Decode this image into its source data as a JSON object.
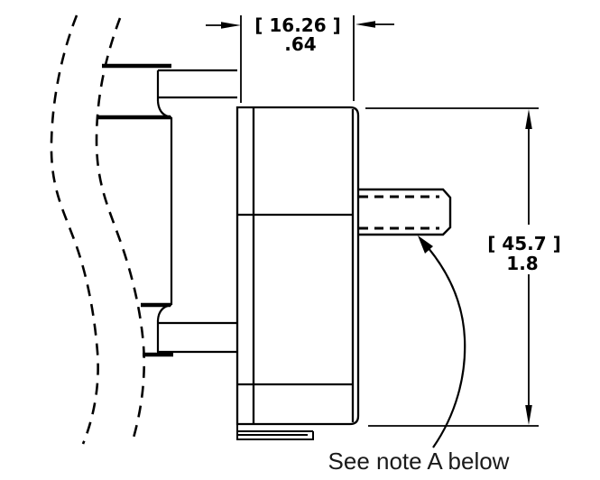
{
  "drawing": {
    "title": "motor-side-view-dimension-drawing",
    "colors": {
      "line": "#000000",
      "background": "#ffffff"
    },
    "dimensions": {
      "width": {
        "metric": "[ 16.26 ]",
        "inch": ".64"
      },
      "height": {
        "metric": "[ 45.7 ]",
        "inch": "1.8"
      }
    },
    "note": {
      "label": "See note A below"
    }
  }
}
